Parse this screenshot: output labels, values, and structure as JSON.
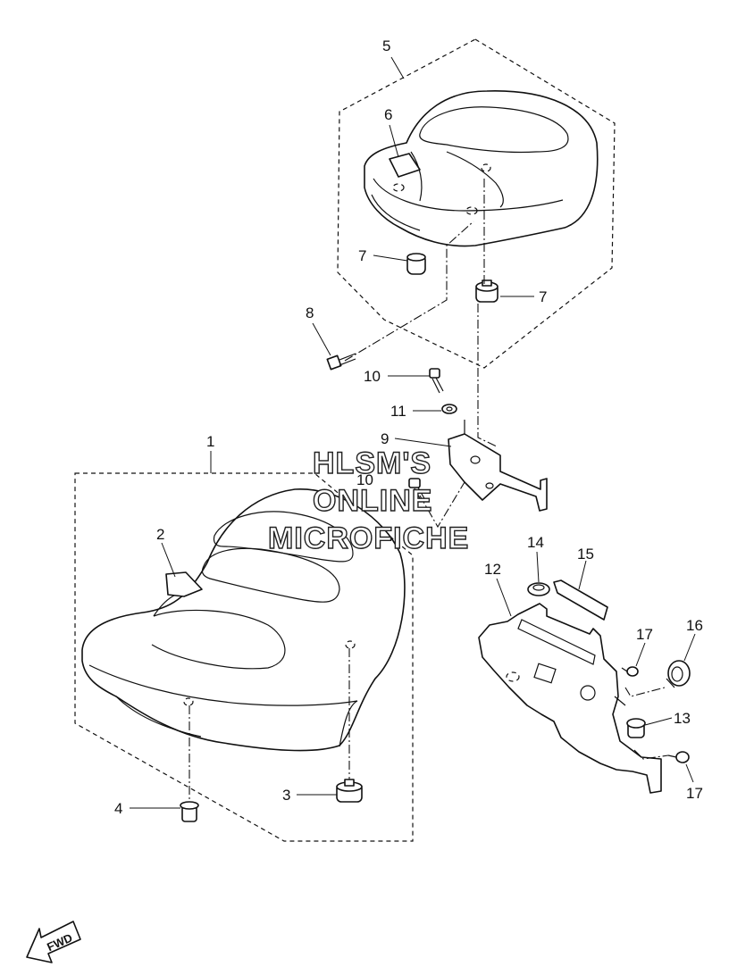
{
  "labels": {
    "l1": "1",
    "l2": "2",
    "l3": "3",
    "l4": "4",
    "l5": "5",
    "l6": "6",
    "l7a": "7",
    "l7b": "7",
    "l8": "8",
    "l9": "9",
    "l10a": "10",
    "l10b": "10",
    "l11": "11",
    "l12": "12",
    "l13": "13",
    "l14": "14",
    "l15": "15",
    "l16": "16",
    "l17a": "17",
    "l17b": "17"
  },
  "watermark": {
    "line1": "HLSM'S",
    "line2": "ONLINE",
    "line3": "MICROFICHE"
  },
  "direction_arrow": {
    "label": "FWD",
    "icon": "forward-arrow-icon"
  }
}
